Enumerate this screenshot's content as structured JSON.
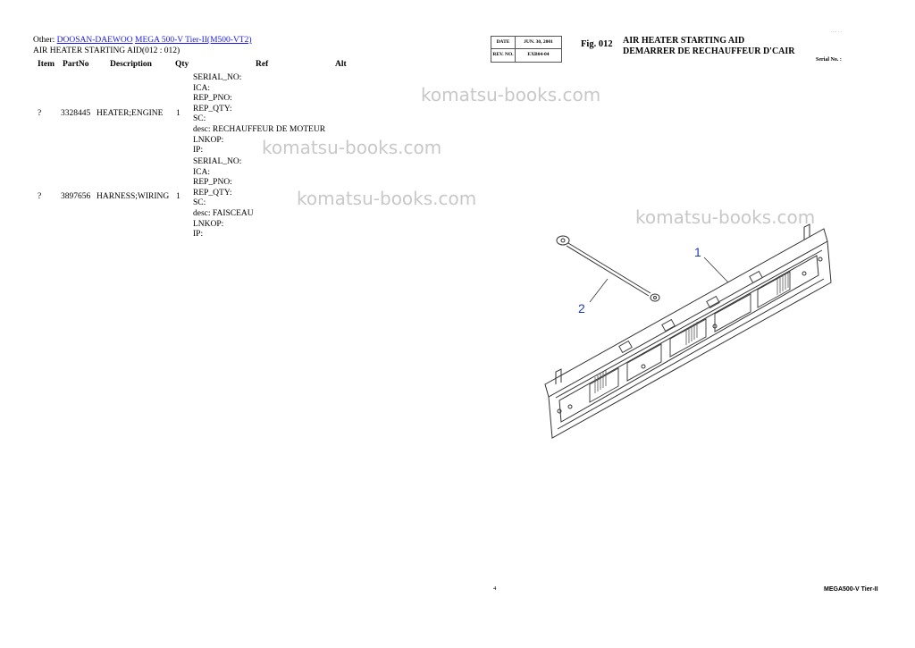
{
  "breadcrumb": {
    "prefix": "Other: ",
    "link1": "DOOSAN-DAEWOO",
    "link2": "MEGA 500-V Tier-II(M500-VT2)"
  },
  "subtitle": "AIR HEATER STARTING AID(012 : 012)",
  "table": {
    "headers": {
      "item": "Item",
      "partno": "PartNo",
      "description": "Description",
      "qty": "Qty",
      "ref": "Ref",
      "alt": "Alt"
    },
    "rows": [
      {
        "item": "?",
        "partno": "3328445",
        "description": "HEATER;ENGINE",
        "qty": "1",
        "details": [
          "SERIAL_NO:",
          "ICA:",
          "REP_PNO:",
          "REP_QTY:",
          "SC:",
          "desc: RECHAUFFEUR DE MOTEUR",
          "LNKOP:",
          "IP:"
        ]
      },
      {
        "item": "?",
        "partno": "3897656",
        "description": "HARNESS;WIRING",
        "qty": "1",
        "details": [
          "SERIAL_NO:",
          "ICA:",
          "REP_PNO:",
          "REP_QTY:",
          "SC:",
          "desc: FAISCEAU",
          "LNKOP:",
          "IP:"
        ]
      }
    ]
  },
  "watermark": "komatsu-books.com",
  "stamp": {
    "date_label": "DATE",
    "date_value": "JUN. 30, 2001",
    "rev_label": "REV. NO.",
    "rev_value": "EXB04-04"
  },
  "figure": {
    "number": "Fig. 012",
    "title_en": "AIR HEATER STARTING AID",
    "title_fr": "DEMARRER DE RECHAUFFEUR D'CAIR",
    "serial_label": "Serial No. :",
    "callouts": [
      "1",
      "2"
    ]
  },
  "page_number": "4",
  "footer_model": "MEGA500-V Tier-II"
}
